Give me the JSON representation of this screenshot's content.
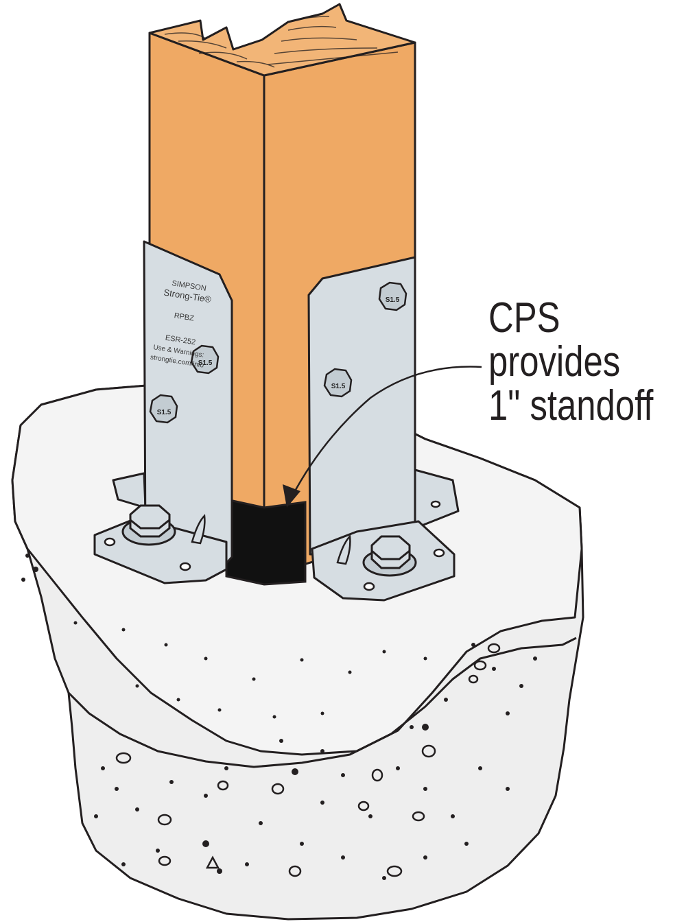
{
  "callout": {
    "line1": "CPS",
    "line2": "provides",
    "line3": "1\" standoff"
  },
  "bracket_stamp": {
    "brand_line1": "SIMPSON",
    "brand_line2": "Strong-Tie®",
    "model": "RPBZ",
    "code": "ESR-252",
    "use_line": "Use & Warnings:",
    "url": "strongtie.com/info"
  },
  "bolt_marking": "S1.5",
  "colors": {
    "wood": "#efa964",
    "wood_end_grain": "#f2b577",
    "steel": "#d6dde2",
    "steel_dark": "#b8c2c9",
    "concrete": "#eeeeee",
    "standoff": "#111111",
    "outline": "#231f20"
  },
  "icons": [
    "wood-post-icon",
    "steel-bracket-icon",
    "hex-bolt-icon",
    "concrete-footing-icon",
    "callout-arrow-icon"
  ]
}
